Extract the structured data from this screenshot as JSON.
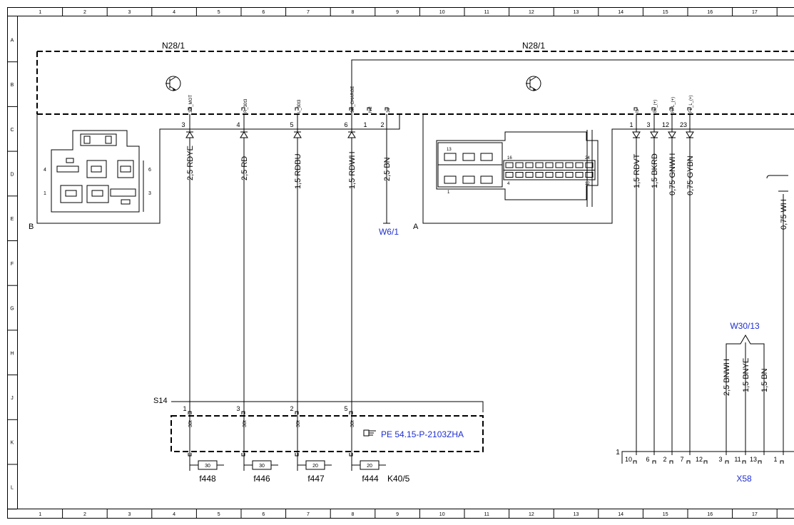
{
  "grid": {
    "columns": [
      "1",
      "2",
      "3",
      "4",
      "5",
      "6",
      "7",
      "8",
      "9",
      "10",
      "11",
      "12",
      "13",
      "14",
      "15",
      "16",
      "17"
    ],
    "rows": [
      "A",
      "B",
      "C",
      "D",
      "E",
      "F",
      "G",
      "H",
      "J",
      "K",
      "L"
    ]
  },
  "modules": {
    "n28_left": "N28/1",
    "n28_right": "N28/1"
  },
  "connector_b": {
    "label": "B",
    "pin_numbers": [
      "4",
      "1",
      "6",
      "3"
    ]
  },
  "connector_a": {
    "label": "A",
    "pin_numbers": [
      "13",
      "16",
      "24",
      "4",
      "12",
      "1"
    ]
  },
  "pins_left": [
    {
      "num": "3",
      "sig": "30t_MOT"
    },
    {
      "num": "4",
      "sig": "R_30t3"
    },
    {
      "num": "5",
      "sig": "L_30t3"
    },
    {
      "num": "6",
      "sig": "30t_CHARGE"
    },
    {
      "num": "1",
      "sig": "NC"
    },
    {
      "num": "2",
      "sig": "31"
    }
  ],
  "pins_right": [
    {
      "num": "1",
      "sig": "I5"
    },
    {
      "num": "3",
      "sig": "BL_(+)"
    },
    {
      "num": "12",
      "sig": "RFL_(+)"
    },
    {
      "num": "23",
      "sig": "FL_L_(+)"
    }
  ],
  "wires_left": [
    "2,5 RDYE",
    "2,5 RD",
    "1,5 RDBU",
    "1,5 RDWH",
    "2,5 BN"
  ],
  "wires_right": [
    "1,5 RDVT",
    "1,5 BKRD",
    "0,75 GNWH",
    "0,75 GYBN",
    "0,75 WH"
  ],
  "ground": "W6/1",
  "s14": {
    "label": "S14",
    "pins": [
      "1",
      "3",
      "2",
      "5"
    ],
    "sig": "30t",
    "reference": "PE 54.15-P-2103ZHA"
  },
  "fuses": [
    {
      "rating": "30",
      "name": "f448"
    },
    {
      "rating": "30",
      "name": "f446"
    },
    {
      "rating": "20",
      "name": "f447"
    },
    {
      "rating": "20",
      "name": "f444"
    }
  ],
  "k40": "K40/5",
  "w30": {
    "label": "W30/13",
    "wires": [
      "2,5 BNWH",
      "1,5 BNYE",
      "1,5 BN"
    ]
  },
  "x58": {
    "label": "X58",
    "left_mark": "1",
    "pins": [
      "10",
      "6",
      "2",
      "7",
      "12",
      "3",
      "11",
      "13",
      "1"
    ]
  },
  "colors": {
    "ink": "#000000",
    "reference_blue": "#1f2fd0"
  }
}
